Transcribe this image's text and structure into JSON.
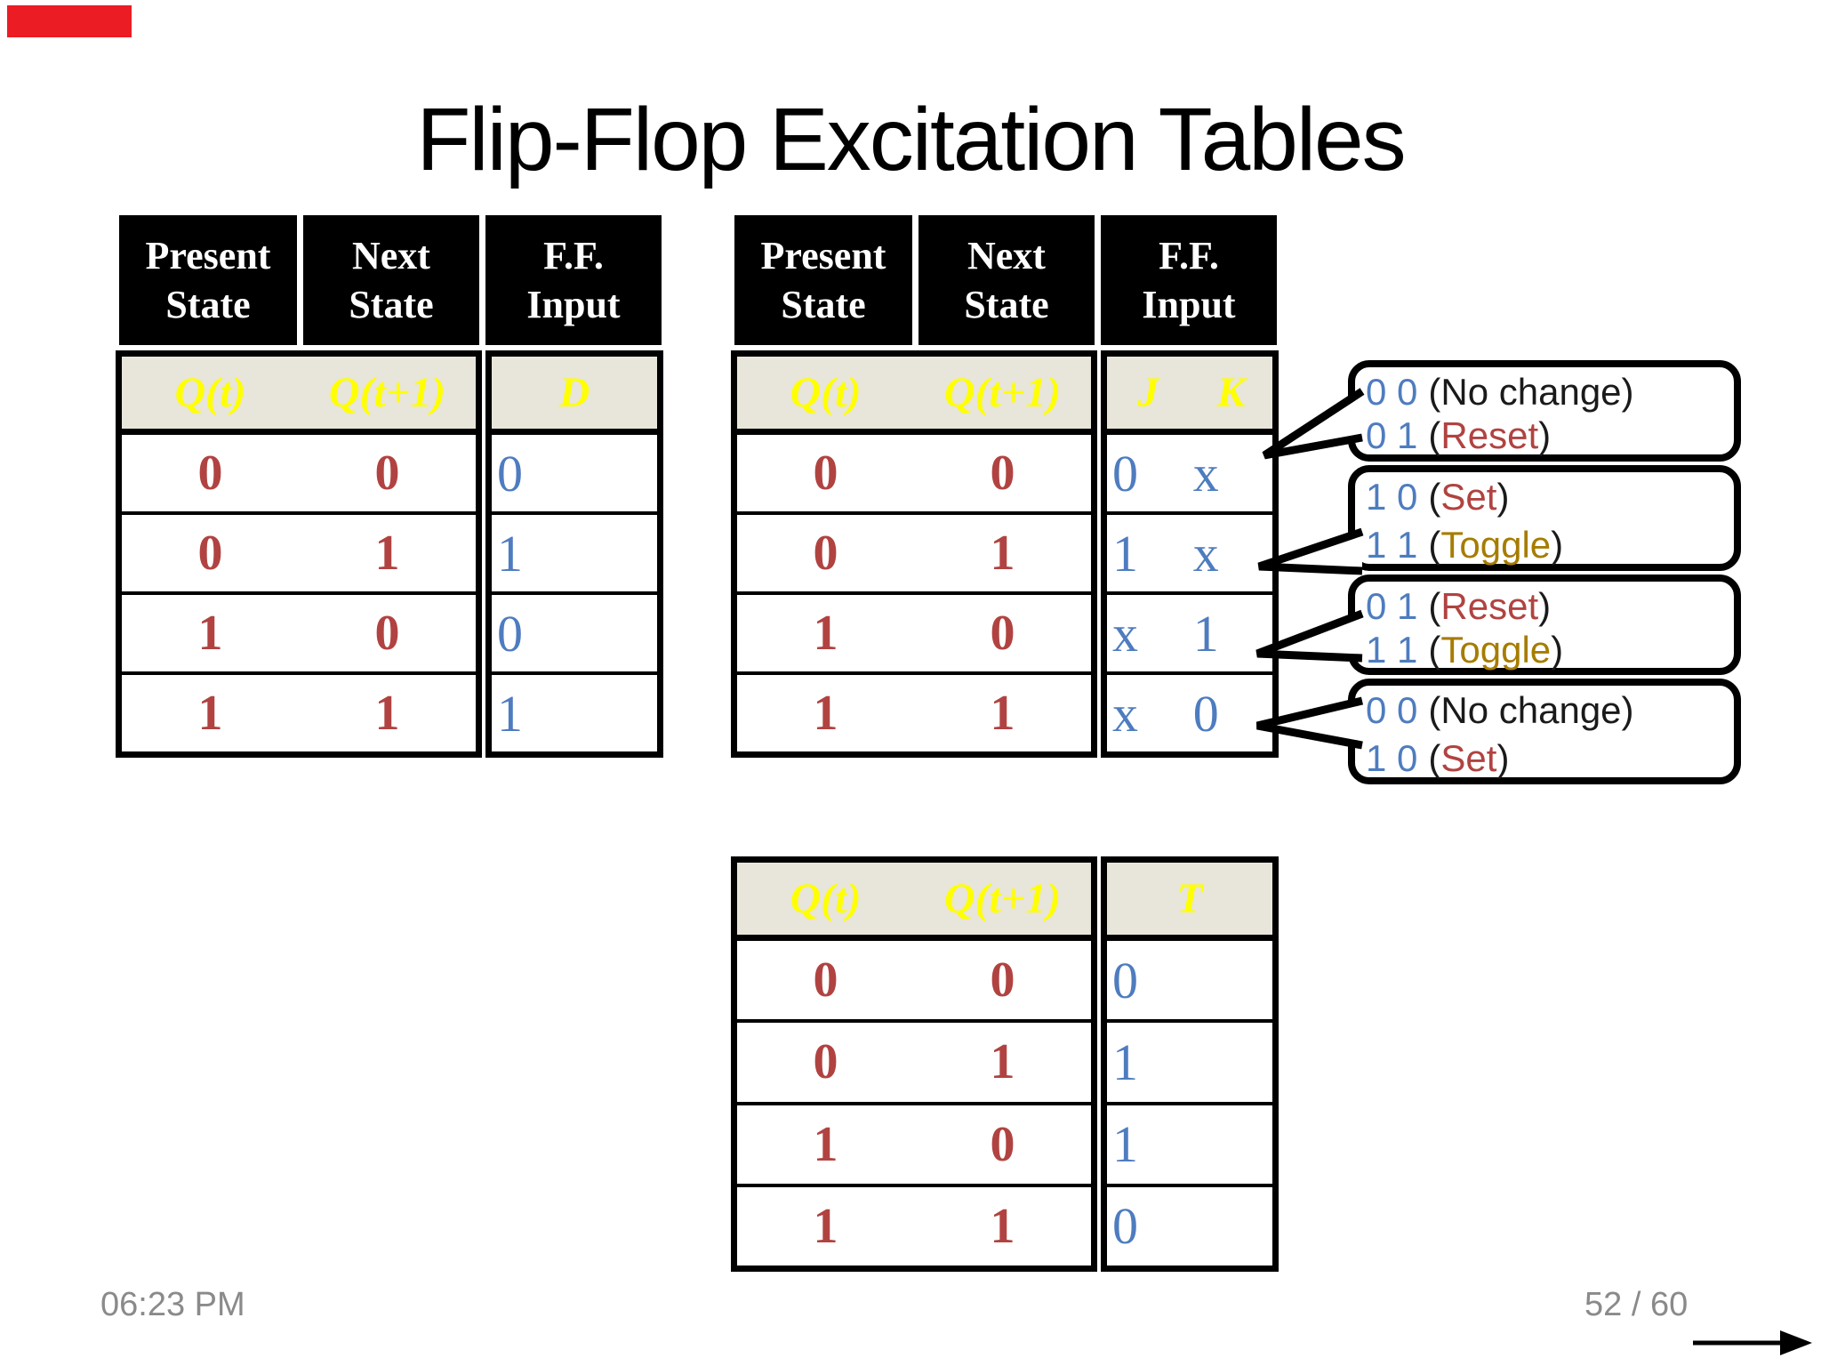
{
  "page": {
    "title": "Flip-Flop Excitation Tables"
  },
  "column_headers": {
    "present": "Present State",
    "next": "Next State",
    "input": "F.F. Input"
  },
  "tables": {
    "d": {
      "sub": [
        "Q(t)",
        "Q(t+1)",
        "D"
      ],
      "rows": [
        [
          "0",
          "0",
          "0"
        ],
        [
          "0",
          "1",
          "1"
        ],
        [
          "1",
          "0",
          "0"
        ],
        [
          "1",
          "1",
          "1"
        ]
      ]
    },
    "jk": {
      "sub": [
        "Q(t)",
        "Q(t+1)",
        "J",
        "K"
      ],
      "rows": [
        [
          "0",
          "0",
          "0",
          "x"
        ],
        [
          "0",
          "1",
          "1",
          "x"
        ],
        [
          "1",
          "0",
          "x",
          "1"
        ],
        [
          "1",
          "1",
          "x",
          "0"
        ]
      ]
    },
    "t": {
      "sub": [
        "Q(t)",
        "Q(t+1)",
        "T"
      ],
      "rows": [
        [
          "0",
          "0",
          "0"
        ],
        [
          "0",
          "1",
          "1"
        ],
        [
          "1",
          "0",
          "1"
        ],
        [
          "1",
          "1",
          "0"
        ]
      ]
    }
  },
  "callouts": [
    {
      "lines": [
        {
          "bits": "0 0",
          "open": "(",
          "label": "No change",
          "close": ")",
          "color": "#1a1a1a"
        },
        {
          "bits": "0 1",
          "open": "(",
          "label": "Reset",
          "close": ")",
          "color": "#b04341"
        }
      ]
    },
    {
      "lines": [
        {
          "bits": "1 0",
          "open": "(",
          "label": "Set",
          "close": ")",
          "color": "#b04341"
        },
        {
          "bits": "1 1",
          "open": "(",
          "label": "Toggle",
          "close": ")",
          "color": "#a67c00"
        }
      ]
    },
    {
      "lines": [
        {
          "bits": "0 1",
          "open": "(",
          "label": "Reset",
          "close": ")",
          "color": "#b04341"
        },
        {
          "bits": "1 1",
          "open": "(",
          "label": "Toggle",
          "close": ")",
          "color": "#a67c00"
        }
      ]
    },
    {
      "lines": [
        {
          "bits": "0 0",
          "open": "(",
          "label": "No change",
          "close": ")",
          "color": "#1a1a1a"
        },
        {
          "bits": "1 0",
          "open": "(",
          "label": "Set",
          "close": ")",
          "color": "#b04341"
        }
      ]
    }
  ],
  "footer": {
    "time": "06:23 PM",
    "page_number": "52 / 60"
  },
  "icons": {
    "next_slide_arrow": "right-arrow"
  },
  "colors": {
    "state_red": "#b04341",
    "input_blue": "#4e7cbf",
    "subheader_yellow": "#ffff00",
    "subheader_beige": "#e8e5da",
    "toggle_gold": "#a67c00",
    "footer_gray": "#8a8a8a",
    "marker_red": "#ec1c24"
  }
}
